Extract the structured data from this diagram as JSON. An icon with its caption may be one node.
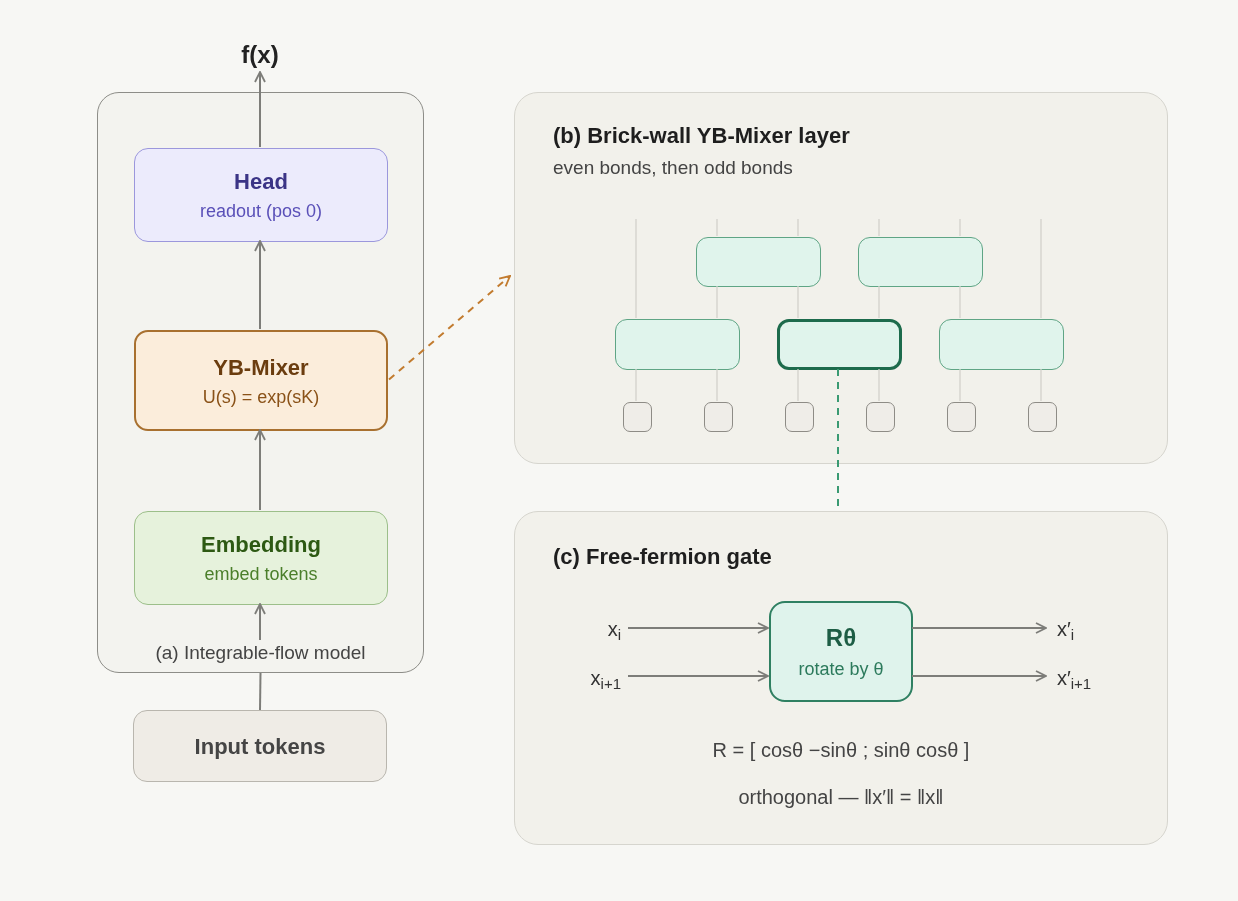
{
  "diagram": {
    "nodes": [
      {
        "text": [
          "(a) Integrable-flow model"
        ]
      },
      {
        "text": [
          "Head",
          "readout (pos 0)"
        ],
        "in": 0
      },
      {
        "text": [
          "YB-Mixer",
          "U(s) = exp(sK)"
        ],
        "in": 0
      },
      {
        "text": [
          "Embedding",
          "embed tokens"
        ],
        "in": 0
      },
      {
        "text": [
          "Input tokens"
        ]
      },
      {
        "text": [
          "f(x)"
        ]
      },
      {
        "text": [
          "(b) Brick-wall YB-Mixer layer",
          "even bonds, then odd bonds"
        ]
      },
      {
        "text": [],
        "shape": "box",
        "in": 6
      },
      {
        "text": [],
        "shape": "box",
        "in": 6
      },
      {
        "text": [],
        "shape": "box",
        "in": 6
      },
      {
        "text": [],
        "shape": "box",
        "in": 6
      },
      {
        "text": [],
        "shape": "box",
        "in": 6
      },
      {
        "text": [],
        "shape": "box",
        "in": 6
      },
      {
        "text": [],
        "shape": "box",
        "in": 6
      },
      {
        "text": [],
        "shape": "box",
        "in": 6
      },
      {
        "text": [],
        "shape": "box",
        "in": 6
      },
      {
        "text": [],
        "shape": "box",
        "in": 6
      },
      {
        "text": [],
        "shape": "box",
        "in": 6
      },
      {
        "text": [
          "(c) Free-fermion gate",
          "R = [ cosθ −sinθ ; sinθ cosθ ]",
          "orthogonal — ‖x′‖ = ‖x‖"
        ]
      },
      {
        "text": [
          "x$_{i}$"
        ],
        "in": 18
      },
      {
        "text": [
          "x$_{i+1}$"
        ],
        "in": 18
      },
      {
        "text": [
          "Rθ",
          "rotate by θ"
        ],
        "in": 18
      },
      {
        "text": [
          "x′$_{i}$"
        ],
        "in": 18
      },
      {
        "text": [
          "x′$_{i+1}$"
        ],
        "in": 18
      }
    ],
    "edges": [
      {
        "from": 1,
        "to": 5,
        "arrow": "to"
      },
      {
        "from": 2,
        "to": 1,
        "arrow": "to"
      },
      {
        "from": 3,
        "to": 2,
        "arrow": "to"
      },
      {
        "from": 4,
        "to": 0,
        "arrow": "none"
      },
      {
        "from": 2,
        "to": 6,
        "arrow": "to",
        "style": "dashed",
        "color": "#c27b2e"
      },
      {
        "from": 10,
        "to": 18,
        "arrow": "none",
        "style": "dashed",
        "color": "#3a9a72"
      },
      {
        "from": 19,
        "to": 21,
        "arrow": "to"
      },
      {
        "from": 20,
        "to": 21,
        "arrow": "to"
      },
      {
        "from": 21,
        "to": 22,
        "arrow": "to"
      },
      {
        "from": 21,
        "to": 23,
        "arrow": "to"
      },
      {
        "from": 12,
        "to": 9,
        "arrow": "none",
        "color": "#d2d1cb"
      },
      {
        "from": 13,
        "to": 9,
        "arrow": "none",
        "color": "#d2d1cb"
      },
      {
        "from": 14,
        "to": 10,
        "arrow": "none",
        "color": "#d2d1cb"
      },
      {
        "from": 15,
        "to": 10,
        "arrow": "none",
        "color": "#d2d1cb"
      },
      {
        "from": 16,
        "to": 11,
        "arrow": "none",
        "color": "#d2d1cb"
      },
      {
        "from": 17,
        "to": 11,
        "arrow": "none",
        "color": "#d2d1cb"
      },
      {
        "from": 9,
        "to": null,
        "arrow": "none",
        "color": "#d2d1cb"
      },
      {
        "from": 9,
        "to": 7,
        "arrow": "none",
        "color": "#d2d1cb"
      },
      {
        "from": 10,
        "to": 7,
        "arrow": "none",
        "color": "#d2d1cb"
      },
      {
        "from": 10,
        "to": 8,
        "arrow": "none",
        "color": "#d2d1cb"
      },
      {
        "from": 11,
        "to": 8,
        "arrow": "none",
        "color": "#d2d1cb"
      },
      {
        "from": 11,
        "to": null,
        "arrow": "none",
        "color": "#d2d1cb"
      },
      {
        "from": 7,
        "to": null,
        "arrow": "none",
        "color": "#d2d1cb"
      },
      {
        "from": 7,
        "to": null,
        "arrow": "none",
        "color": "#d2d1cb"
      },
      {
        "from": 8,
        "to": null,
        "arrow": "none",
        "color": "#d2d1cb"
      },
      {
        "from": 8,
        "to": null,
        "arrow": "none",
        "color": "#d2d1cb"
      },
      {
        "from": null,
        "to": 3,
        "arrow": "to"
      }
    ]
  }
}
